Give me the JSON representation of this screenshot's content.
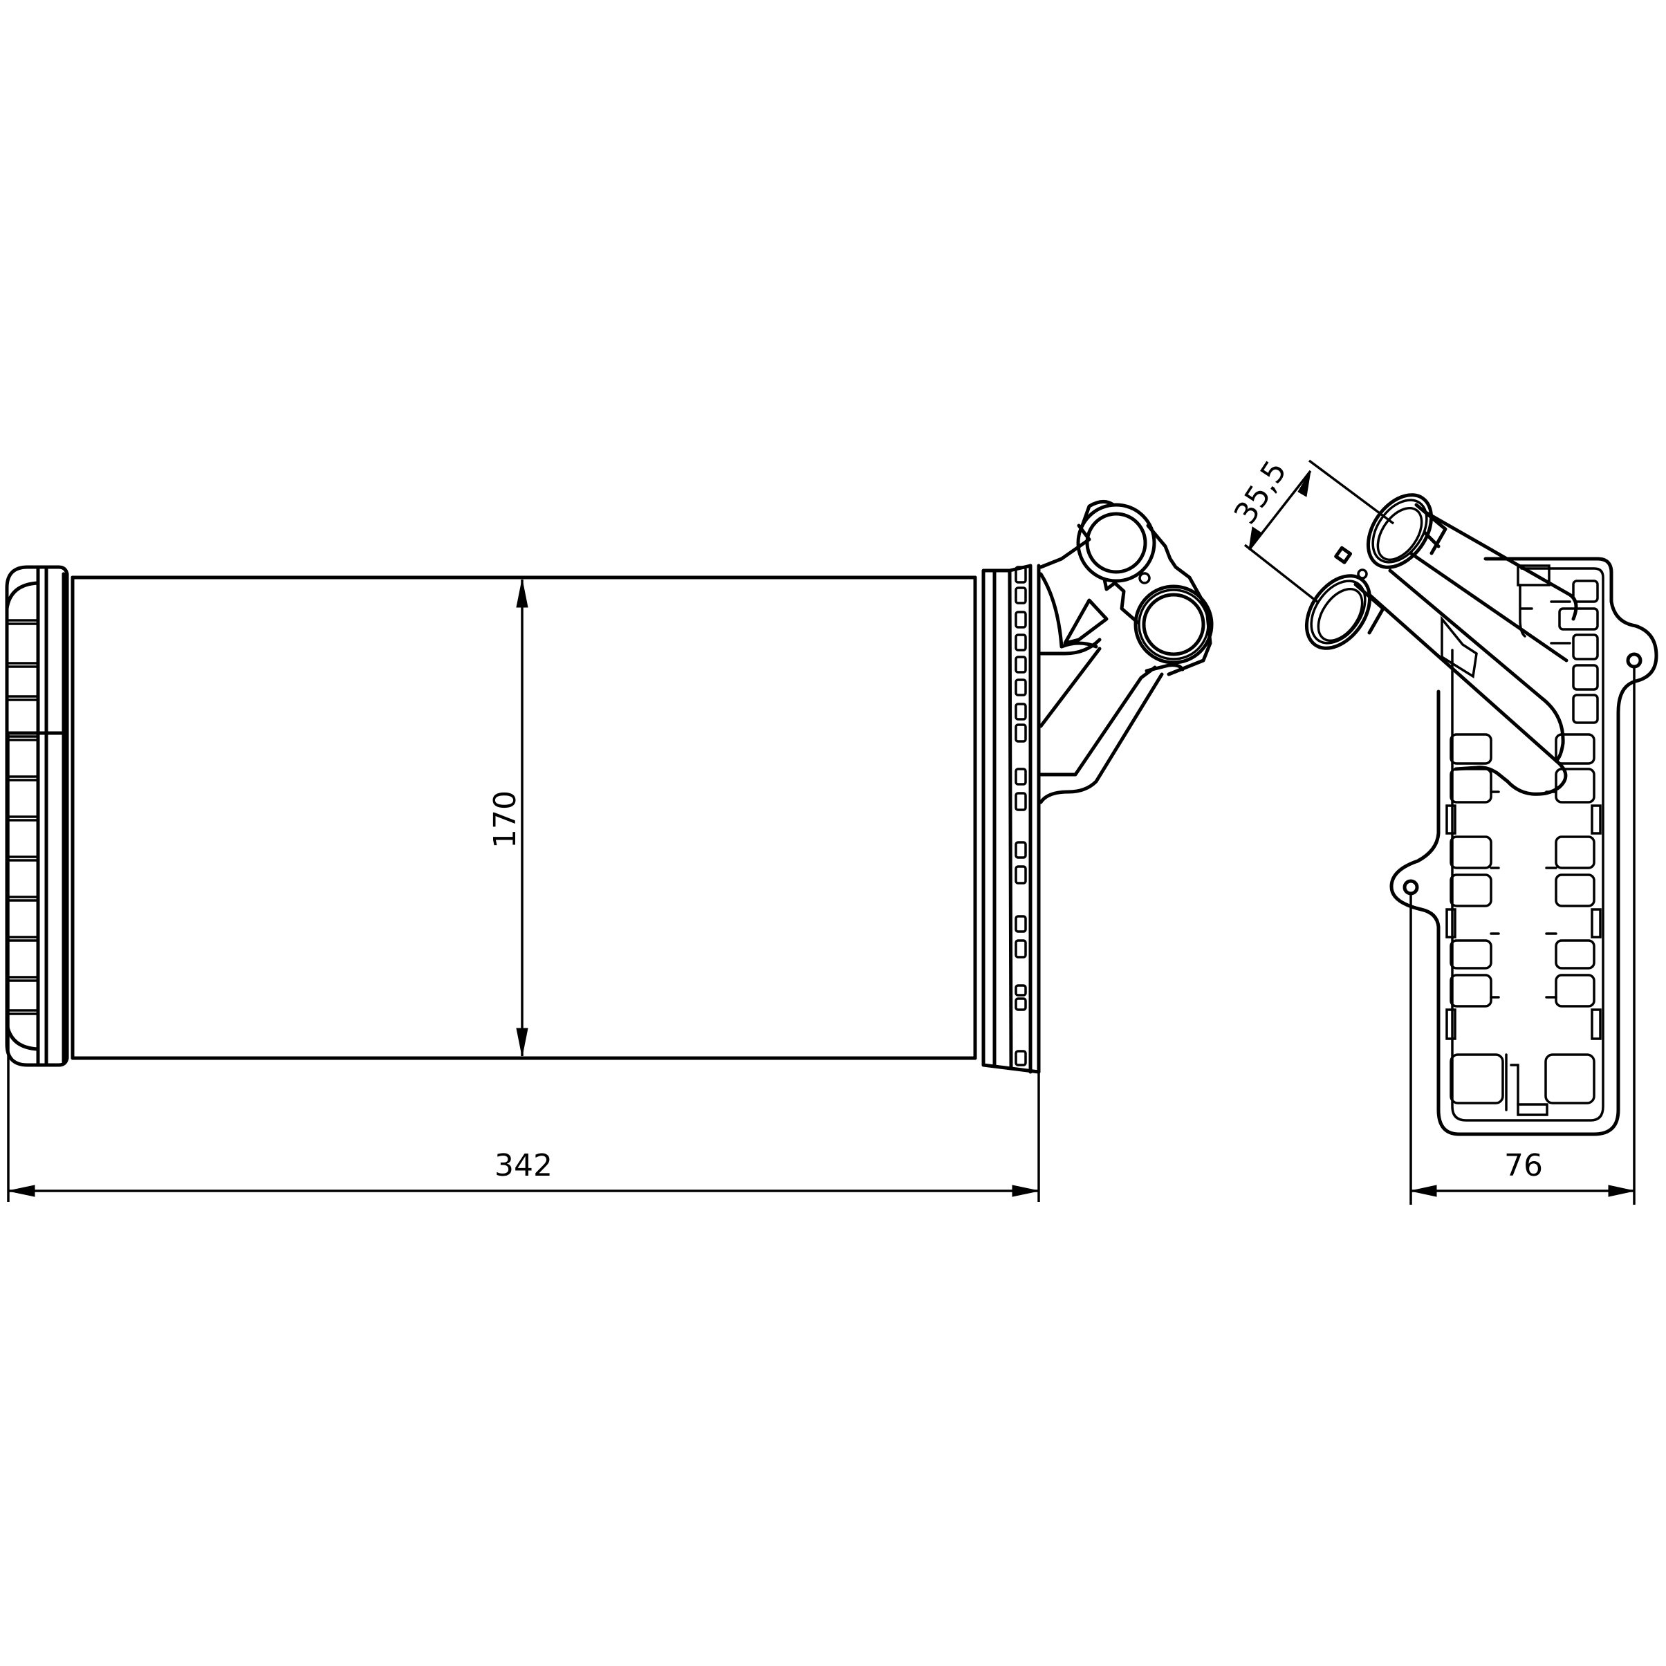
{
  "drawing": {
    "subject": "heater core",
    "stroke_color": "#000000",
    "background_color": "#ffffff",
    "views": [
      {
        "name": "front-view"
      },
      {
        "name": "side-view"
      }
    ]
  },
  "dimensions": {
    "width_overall": "342",
    "height_core": "170",
    "depth": "76",
    "pipe_spacing": "35,5"
  }
}
